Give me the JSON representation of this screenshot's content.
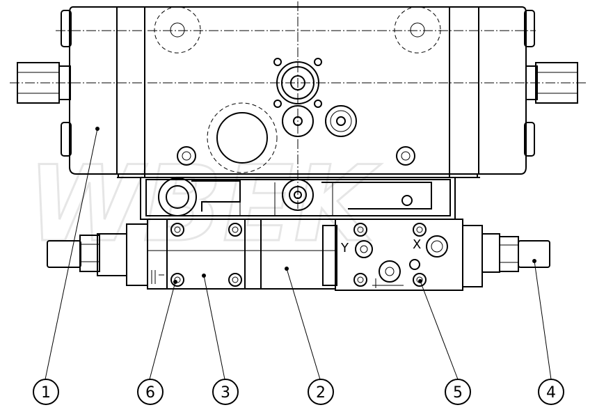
{
  "watermark": "WBEK",
  "port_labels": {
    "y": "Y",
    "x": "X"
  },
  "callouts": [
    {
      "id": "1",
      "label": "1"
    },
    {
      "id": "6",
      "label": "6"
    },
    {
      "id": "3",
      "label": "3"
    },
    {
      "id": "2",
      "label": "2"
    },
    {
      "id": "5",
      "label": "5"
    },
    {
      "id": "4",
      "label": "4"
    }
  ]
}
